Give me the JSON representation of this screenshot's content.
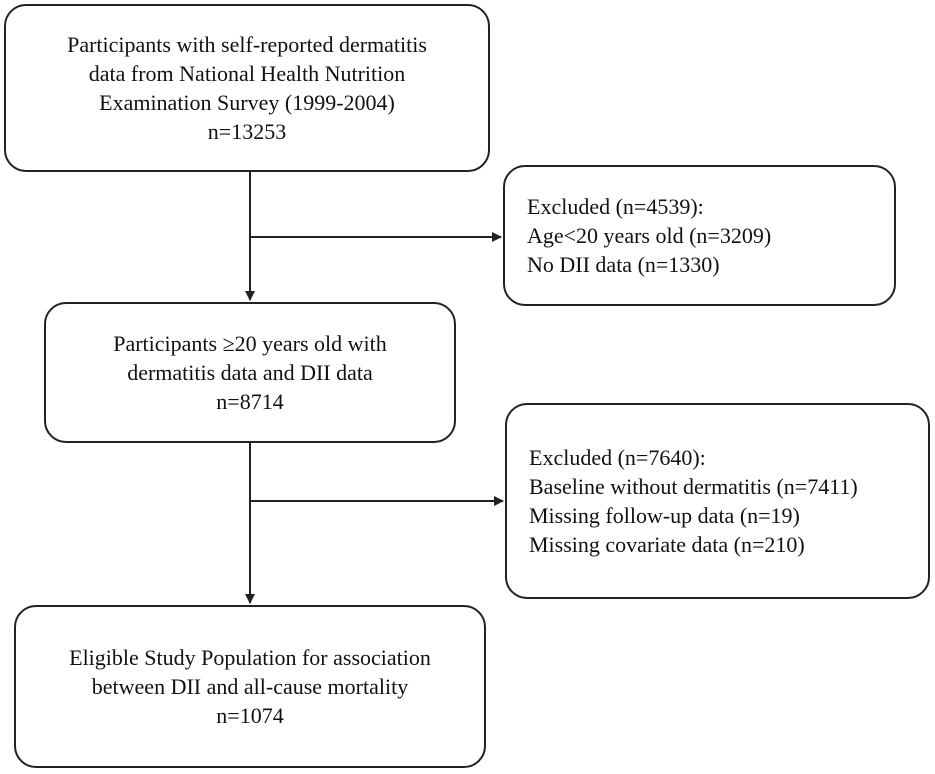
{
  "boxes": {
    "participants": {
      "lines": [
        "Participants with self-reported dermatitis",
        "data from National Health Nutrition",
        "Examination Survey (1999-2004)",
        "n=13253"
      ]
    },
    "excluded_first": {
      "lines": [
        "Excluded (n=4539):",
        "Age<20 years old (n=3209)",
        "No DII data (n=1330)"
      ]
    },
    "adults": {
      "lines": [
        "Participants ≥20 years old with",
        "dermatitis data and DII data",
        "n=8714"
      ]
    },
    "excluded_second": {
      "lines": [
        "Excluded (n=7640):",
        "Baseline without dermatitis (n=7411)",
        "Missing follow-up data (n=19)",
        "Missing covariate data (n=210)"
      ]
    },
    "eligible": {
      "lines": [
        "Eligible Study Population for association",
        "between DII and all-cause mortality",
        "n=1074"
      ]
    }
  },
  "colors": {
    "stroke": "#222222",
    "background": "#ffffff",
    "text": "#111111"
  }
}
